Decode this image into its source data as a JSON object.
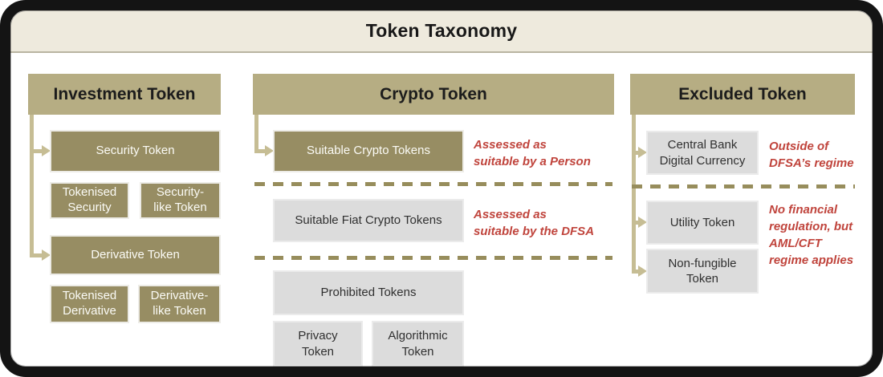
{
  "title": "Token Taxonomy",
  "colors": {
    "frame_border": "#141414",
    "title_band": "#eeeadd",
    "column_header": "#b6ad83",
    "dark_box": "#978d63",
    "gray_box": "#dcdcdc",
    "note_red": "#c0443c",
    "connector": "#c6bd94",
    "dash": "#978d5c"
  },
  "investment": {
    "header": "Investment Token",
    "security_token": "Security Token",
    "tokenised_security": "Tokenised\nSecurity",
    "security_like_token": "Security-\nlike Token",
    "derivative_token": "Derivative Token",
    "tokenised_derivative": "Tokenised\nDerivative",
    "derivative_like_token": "Derivative-\nlike Token"
  },
  "crypto": {
    "header": "Crypto Token",
    "suitable_crypto_tokens": "Suitable Crypto Tokens",
    "suitable_crypto_note": "Assessed as\nsuitable  by a Person",
    "suitable_fiat_crypto_tokens": "Suitable Fiat Crypto Tokens",
    "suitable_fiat_note": "Assessed as\nsuitable  by the DFSA",
    "prohibited_tokens": "Prohibited Tokens",
    "privacy_token": "Privacy\nToken",
    "algorithmic_token": "Algorithmic\nToken"
  },
  "excluded": {
    "header": "Excluded Token",
    "central_bank_digital_currency": "Central Bank\nDigital Currency",
    "cbdc_note": "Outside of\nDFSA’s regime",
    "utility_token": "Utility Token",
    "non_fungible_token": "Non-fungible\nToken",
    "utility_nft_note": "No financial\nregulation,  but\nAML/CFT\nregime applies"
  }
}
